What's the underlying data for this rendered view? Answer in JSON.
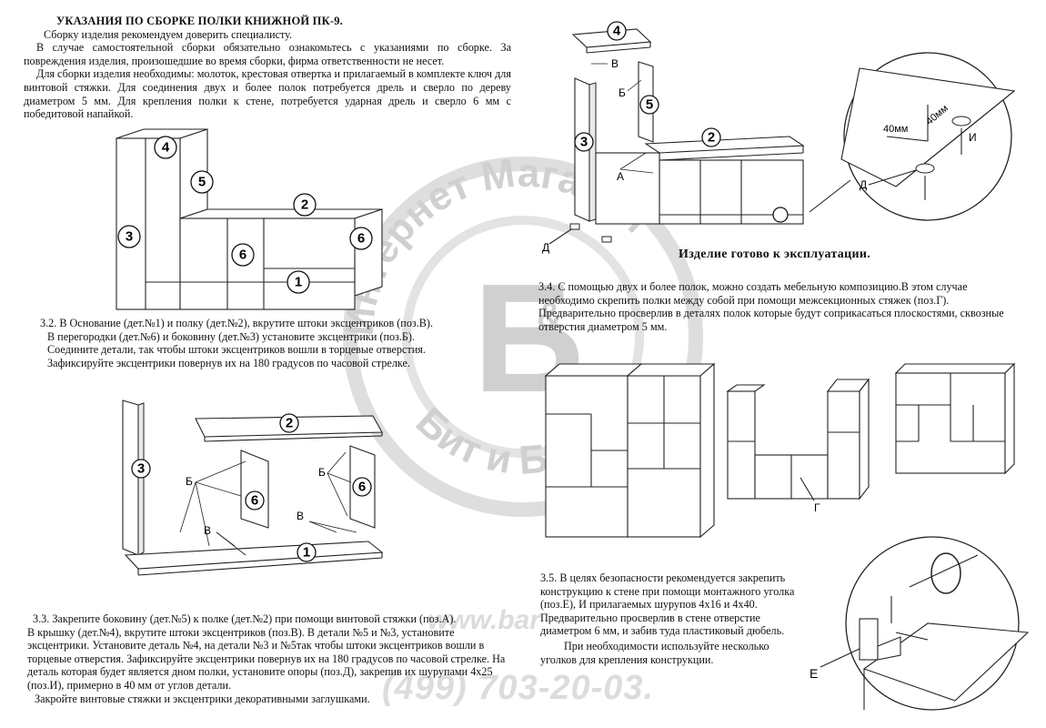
{
  "heading": "УКАЗАНИЯ ПО СБОРКЕ  ПОЛКИ КНИЖНОЙ ПК-9.",
  "intro": [
    "Сборку изделия рекомендуем доверить специалисту.",
    "В случае самостоятельной сборки обязательно ознакомьтесь с указаниями по сборке. За повреждения изделия, произошедшие во время сборки, фирма ответственности не несет.",
    "Для сборки изделия необходимы: молоток, крестовая отвертка и прилагаемый в комплекте ключ для винтовой стяжки. Для соединения двух и более полок потребуется дрель и сверло по дереву диаметром 5 мм. Для крепления полки к стене, потребуется ударная дрель и сверло 6 мм с победитовой напайкой."
  ],
  "step_3_2": [
    "3.2. В Основание (дет.№1) и полку (дет.№2), вкрутите штоки эксцентриков (поз.В).",
    "В перегородки (дет.№6) и боковину (дет.№3) установите эксцентрики (поз.Б).",
    "Соедините детали, так чтобы штоки эксцентриков вошли в торцевые отверстия.",
    "Зафиксируйте эксцентрики повернув их на 180 градусов по часовой стрелке."
  ],
  "step_3_3": [
    "3.3.  Закрепите боковину (дет.№5) к полке (дет.№2) при помощи винтовой стяжки (поз.А).",
    "В крышку (дет.№4), вкрутите штоки эксцентриков (поз.В).  В детали №5 и №3, установите эксцентрики. Установите деталь №4, на детали №3 и №5так чтобы штоки эксцентриков вошли в торцевые отверстия. Зафиксируйте эксцентрики повернув их на 180 градусов по часовой стрелке. На деталь которая будет является дном полки, установите опоры (поз.Д), закрепив их шурупами 4х25 (поз.И), примерно в 40 мм от углов детали.",
    "Закройте винтовые стяжки и эксцентрики декоративными заглушками."
  ],
  "ready_text": "Изделие  готово к эксплуатации.",
  "step_3_4": "3.4. С помощью двух и более полок, можно создать мебельную композицию.В этом случае необходимо скрепить полки между собой при помощи  межсекционных стяжек (поз.Г). Предварительно просверлив в деталях полок которые будут соприкасаться плоскостями, сквозные отверстия диаметром 5 мм.",
  "step_3_5": "3.5. В целях безопасности рекомендуется закрепить конструкцию к стене при помощи монтажного уголка (поз.Е), И прилагаемых шурупов 4х16 и 4х40. Предварительно просверлив в стене отверстие диаметром 6 мм, и забив туда пластиковый дюбель.",
  "step_3_5_note": "При необходимости используйте несколько уголков для  крепления конструкции.",
  "part_numbers": {
    "p1": "1",
    "p2": "2",
    "p3": "3",
    "p4": "4",
    "p5": "5",
    "p6": "6"
  },
  "labels": {
    "A": "А",
    "B": "Б",
    "V": "В",
    "G": "Г",
    "D": "Д",
    "E": "Е",
    "I": "И"
  },
  "dimensions": {
    "d1": "40мм",
    "d2": "40мм"
  },
  "watermark": {
    "arc_top": "Интернет Магазин",
    "arc_bottom": "Бит и Байт",
    "logo": "Б",
    "amp": "&",
    "site": "www.bar",
    "phone": "(499) 703-20-03."
  }
}
